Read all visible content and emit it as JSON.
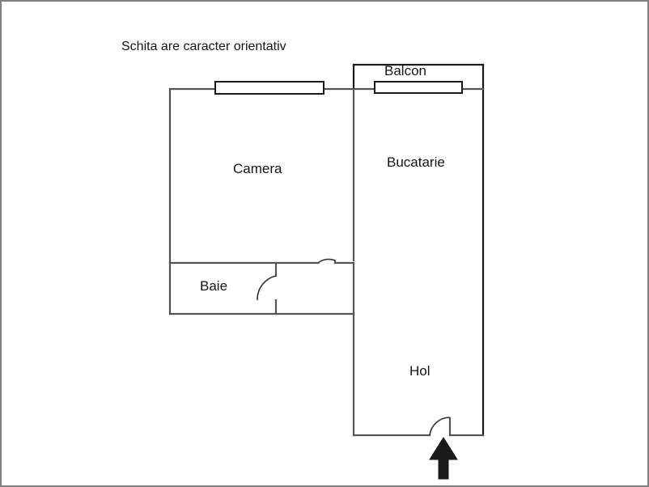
{
  "document": {
    "type": "floor-plan",
    "note": "Schita are caracter orientativ",
    "background_color": "#ffffff",
    "frame_color": "#808080",
    "interior_wall_color": "#555555",
    "exterior_wall_color": "#1a1a1a",
    "text_color": "#141414"
  },
  "rooms": [
    {
      "id": "camera",
      "label": "Camera"
    },
    {
      "id": "bucatarie",
      "label": "Bucatarie"
    },
    {
      "id": "balcon",
      "label": "Balcon"
    },
    {
      "id": "baie",
      "label": "Baie"
    },
    {
      "id": "hol",
      "label": "Hol"
    }
  ],
  "features": {
    "windows": [
      {
        "id": "camera-window",
        "room": "Camera"
      },
      {
        "id": "balcon-window",
        "room": "Balcon"
      }
    ],
    "doors": [
      {
        "id": "camera-door",
        "room": "Camera"
      },
      {
        "id": "baie-door",
        "room": "Baie"
      },
      {
        "id": "entry-door",
        "room": "Hol"
      }
    ],
    "entry_arrow": {
      "id": "entrance-arrow",
      "direction": "up"
    }
  }
}
